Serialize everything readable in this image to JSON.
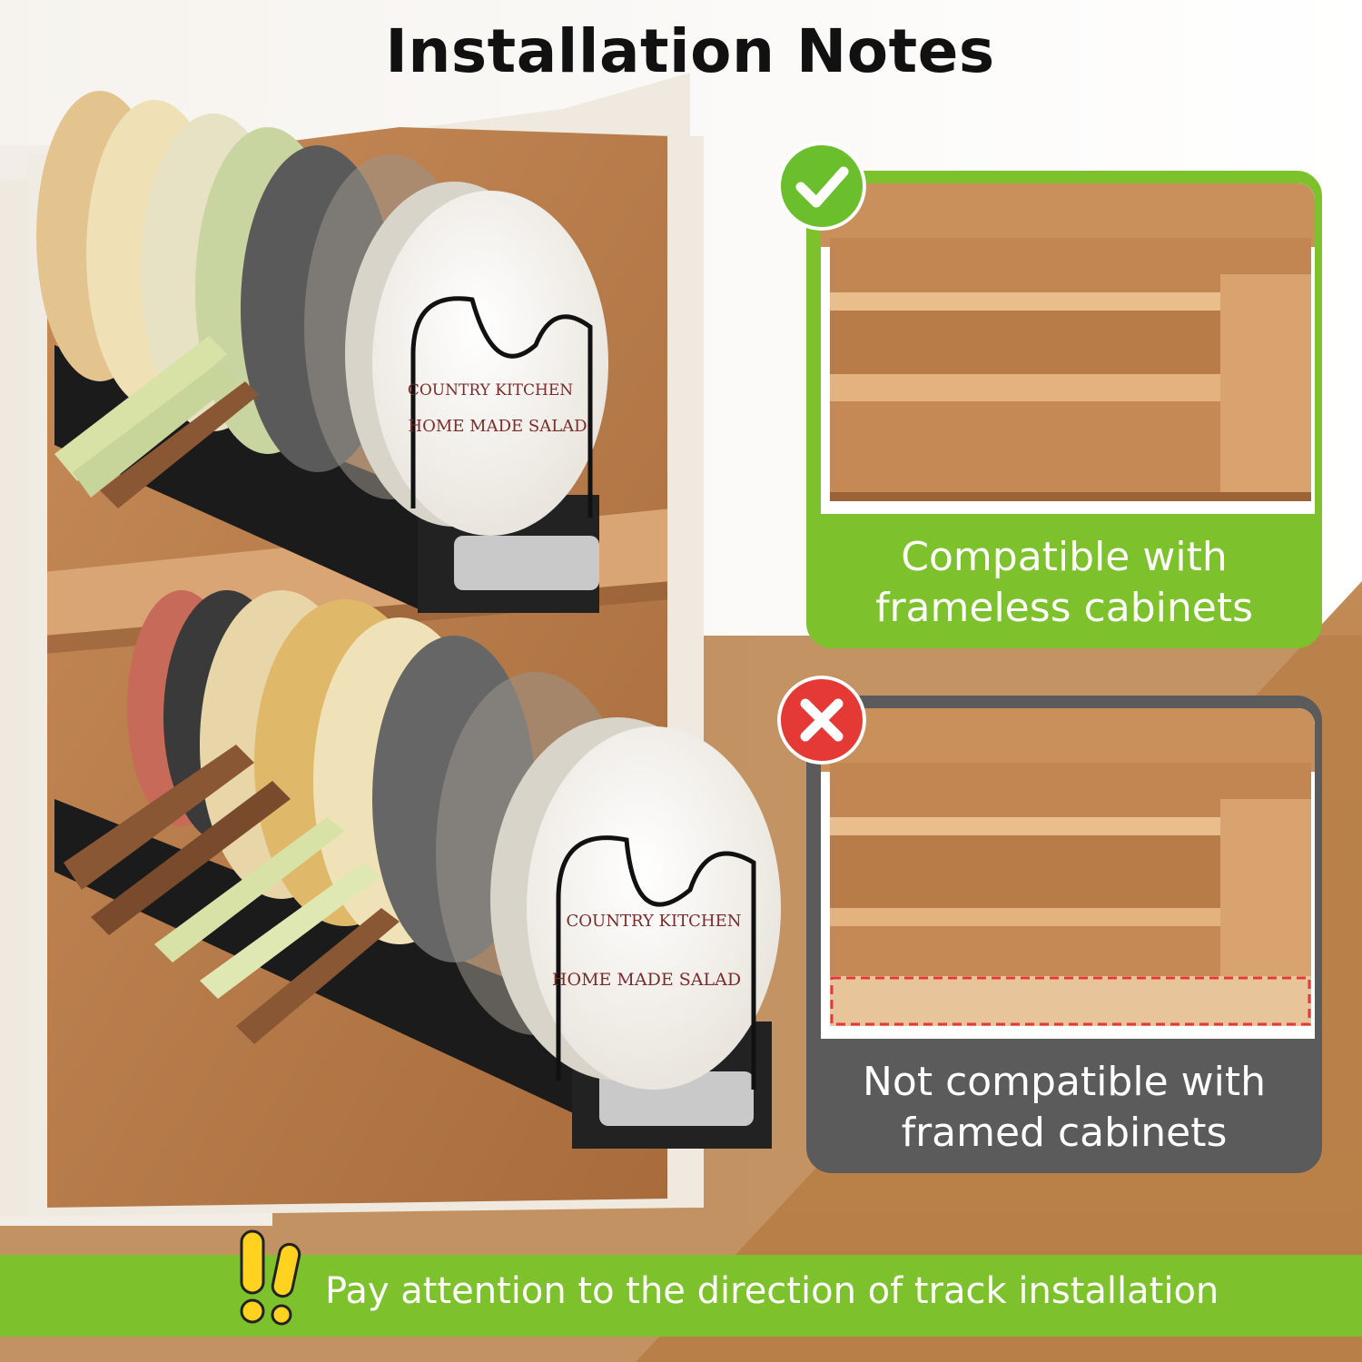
{
  "header": {
    "title": "Installation Notes"
  },
  "compatible_card": {
    "icon": "check-icon",
    "caption_line1": "Compatible with",
    "caption_line2": "frameless cabinets",
    "accent": "#7dc12c"
  },
  "incompatible_card": {
    "icon": "cross-icon",
    "caption_line1": "Not compatible with",
    "caption_line2": "framed cabinets",
    "accent": "#5b5b5b",
    "marker_color": "#e53935"
  },
  "plate_text": {
    "brand": "COUNTRY KITCHEN",
    "product": "HOME MADE SALAD"
  },
  "footer": {
    "icon": "exclamation-icon",
    "note": "Pay attention to the direction of track installation",
    "accent": "#7dc12c"
  }
}
